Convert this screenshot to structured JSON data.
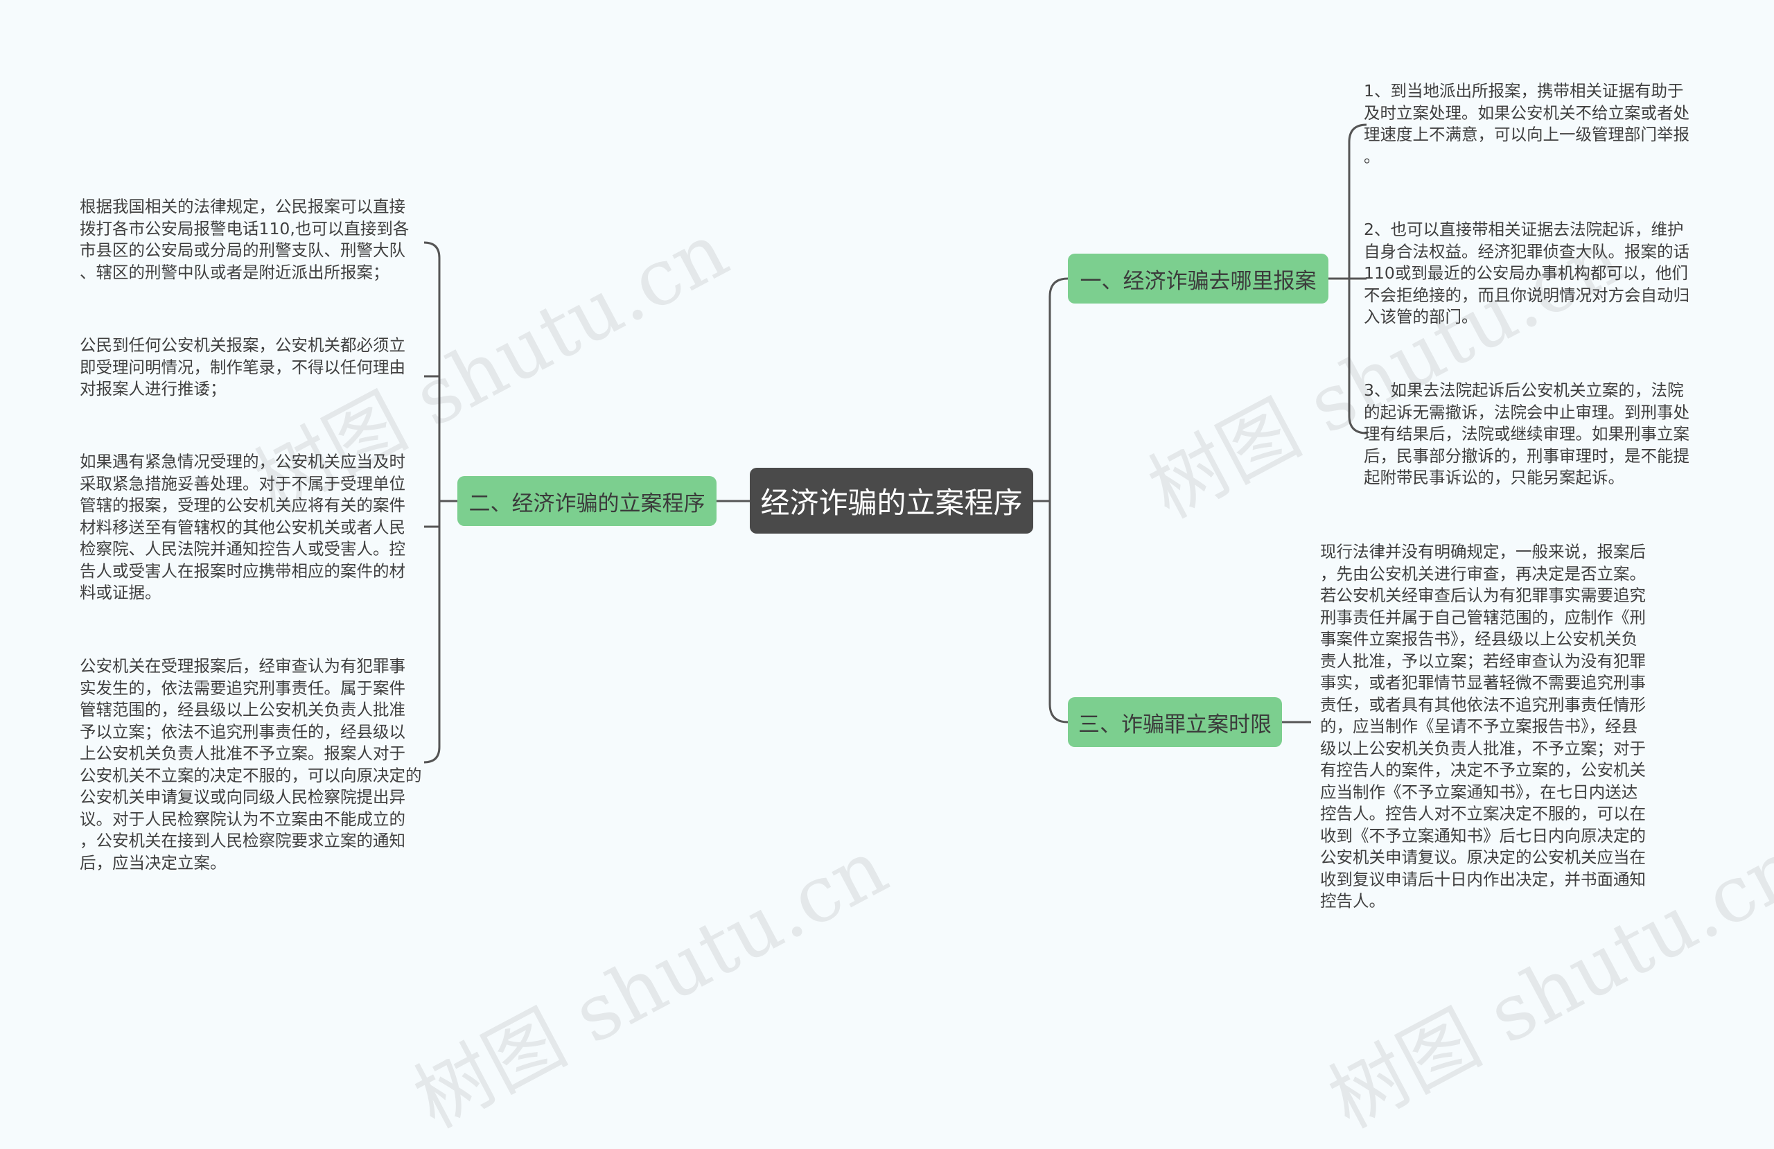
{
  "watermark": "树图 shutu.cn",
  "root": {
    "label": "经济诈骗的立案程序"
  },
  "branches": {
    "b1": {
      "label": "一、经济诈骗去哪里报案",
      "leaves": [
        "1、到当地派出所报案，携带相关证据有助于\n及时立案处理。如果公安机关不给立案或者处\n理速度上不满意，可以向上一级管理部门举报\n。",
        "2、也可以直接带相关证据去法院起诉，维护\n自身合法权益。经济犯罪侦查大队。报案的话\n110或到最近的公安局办事机构都可以，他们\n不会拒绝接的，而且你说明情况对方会自动归\n入该管的部门。",
        "3、如果去法院起诉后公安机关立案的，法院\n的起诉无需撤诉，法院会中止审理。到刑事处\n理有结果后，法院或继续审理。如果刑事立案\n后，民事部分撤诉的，刑事审理时，是不能提\n起附带民事诉讼的，只能另案起诉。"
      ]
    },
    "b2": {
      "label": "二、经济诈骗的立案程序",
      "leaves": [
        "根据我国相关的法律规定，公民报案可以直接\n拨打各市公安局报警电话110,也可以直接到各\n市县区的公安局或分局的刑警支队、刑警大队\n、辖区的刑警中队或者是附近派出所报案；",
        "公民到任何公安机关报案，公安机关都必须立\n即受理问明情况，制作笔录，不得以任何理由\n对报案人进行推诿；",
        "如果遇有紧急情况受理的，公安机关应当及时\n采取紧急措施妥善处理。对于不属于受理单位\n管辖的报案，受理的公安机关应将有关的案件\n材料移送至有管辖权的其他公安机关或者人民\n检察院、人民法院并通知控告人或受害人。控\n告人或受害人在报案时应携带相应的案件的材\n料或证据。",
        "公安机关在受理报案后，经审查认为有犯罪事\n实发生的，依法需要追究刑事责任。属于案件\n管辖范围的，经县级以上公安机关负责人批准\n予以立案；依法不追究刑事责任的，经县级以\n上公安机关负责人批准不予立案。报案人对于\n公安机关不立案的决定不服的，可以向原决定的\n公安机关申请复议或向同级人民检察院提出异\n议。对于人民检察院认为不立案由不能成立的\n，公安机关在接到人民检察院要求立案的通知\n后，应当决定立案。"
      ]
    },
    "b3": {
      "label": "三、诈骗罪立案时限",
      "leaves": [
        "现行法律并没有明确规定，一般来说，报案后\n，先由公安机关进行审查，再决定是否立案。\n若公安机关经审查后认为有犯罪事实需要追究\n刑事责任并属于自己管辖范围的，应制作《刑\n事案件立案报告书》，经县级以上公安机关负\n责人批准，予以立案；若经审查认为没有犯罪\n事实，或者犯罪情节显著轻微不需要追究刑事\n责任，或者具有其他依法不追究刑事责任情形\n的，应当制作《呈请不予立案报告书》，经县\n级以上公安机关负责人批准，不予立案；对于\n有控告人的案件，决定不予立案的，公安机关\n应当制作《不予立案通知书》，在七日内送达\n控告人。控告人对不立案决定不服的，可以在\n收到《不予立案通知书》后七日内向原决定的\n公安机关申请复议。原决定的公安机关应当在\n收到复议申请后十日内作出决定，并书面通知\n控告人。"
      ]
    }
  }
}
